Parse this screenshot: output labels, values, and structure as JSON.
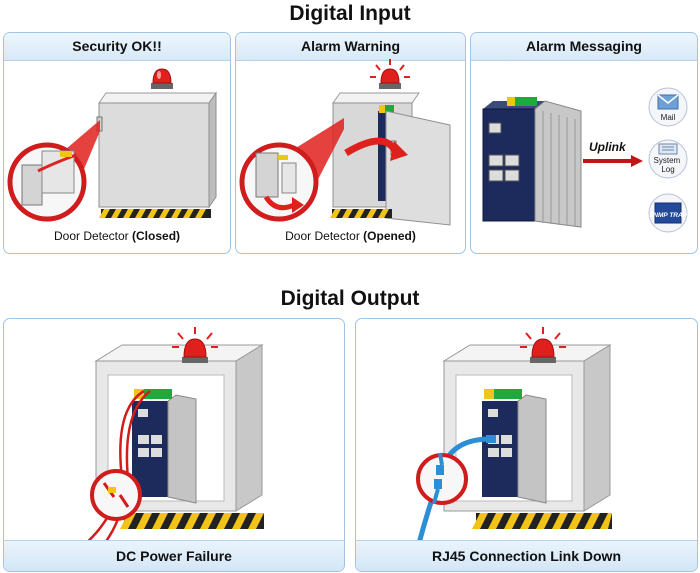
{
  "digital_input": {
    "title": "Digital Input",
    "panels": [
      {
        "title": "Security OK!!",
        "caption_prefix": "Door Detector ",
        "caption_state": "(Closed)"
      },
      {
        "title": "Alarm Warning",
        "caption_prefix": "Door Detector ",
        "caption_state": "(Opened)"
      },
      {
        "title": "Alarm Messaging",
        "uplink_label": "Uplink",
        "targets": [
          "Mail",
          "System Log",
          "SNMP TRAP"
        ]
      }
    ]
  },
  "digital_output": {
    "title": "Digital Output",
    "panels": [
      {
        "title": "DC Power Failure"
      },
      {
        "title": "RJ45 Connection Link Down"
      }
    ]
  },
  "colors": {
    "panel_border": "#9ec4e6",
    "header_fill": "#d7e9f8",
    "alarm_red": "#e0201c",
    "switch_navy": "#1c2a5c",
    "uplink_arrow": "#c01616",
    "terminal_green": "#1fa83c",
    "terminal_yellow": "#f2c418",
    "cable_blue": "#2c8fd6"
  },
  "icons": [
    "siren-icon",
    "mail-icon",
    "system-log-icon",
    "snmp-trap-icon",
    "magnifier-icon",
    "industrial-switch-icon"
  ]
}
